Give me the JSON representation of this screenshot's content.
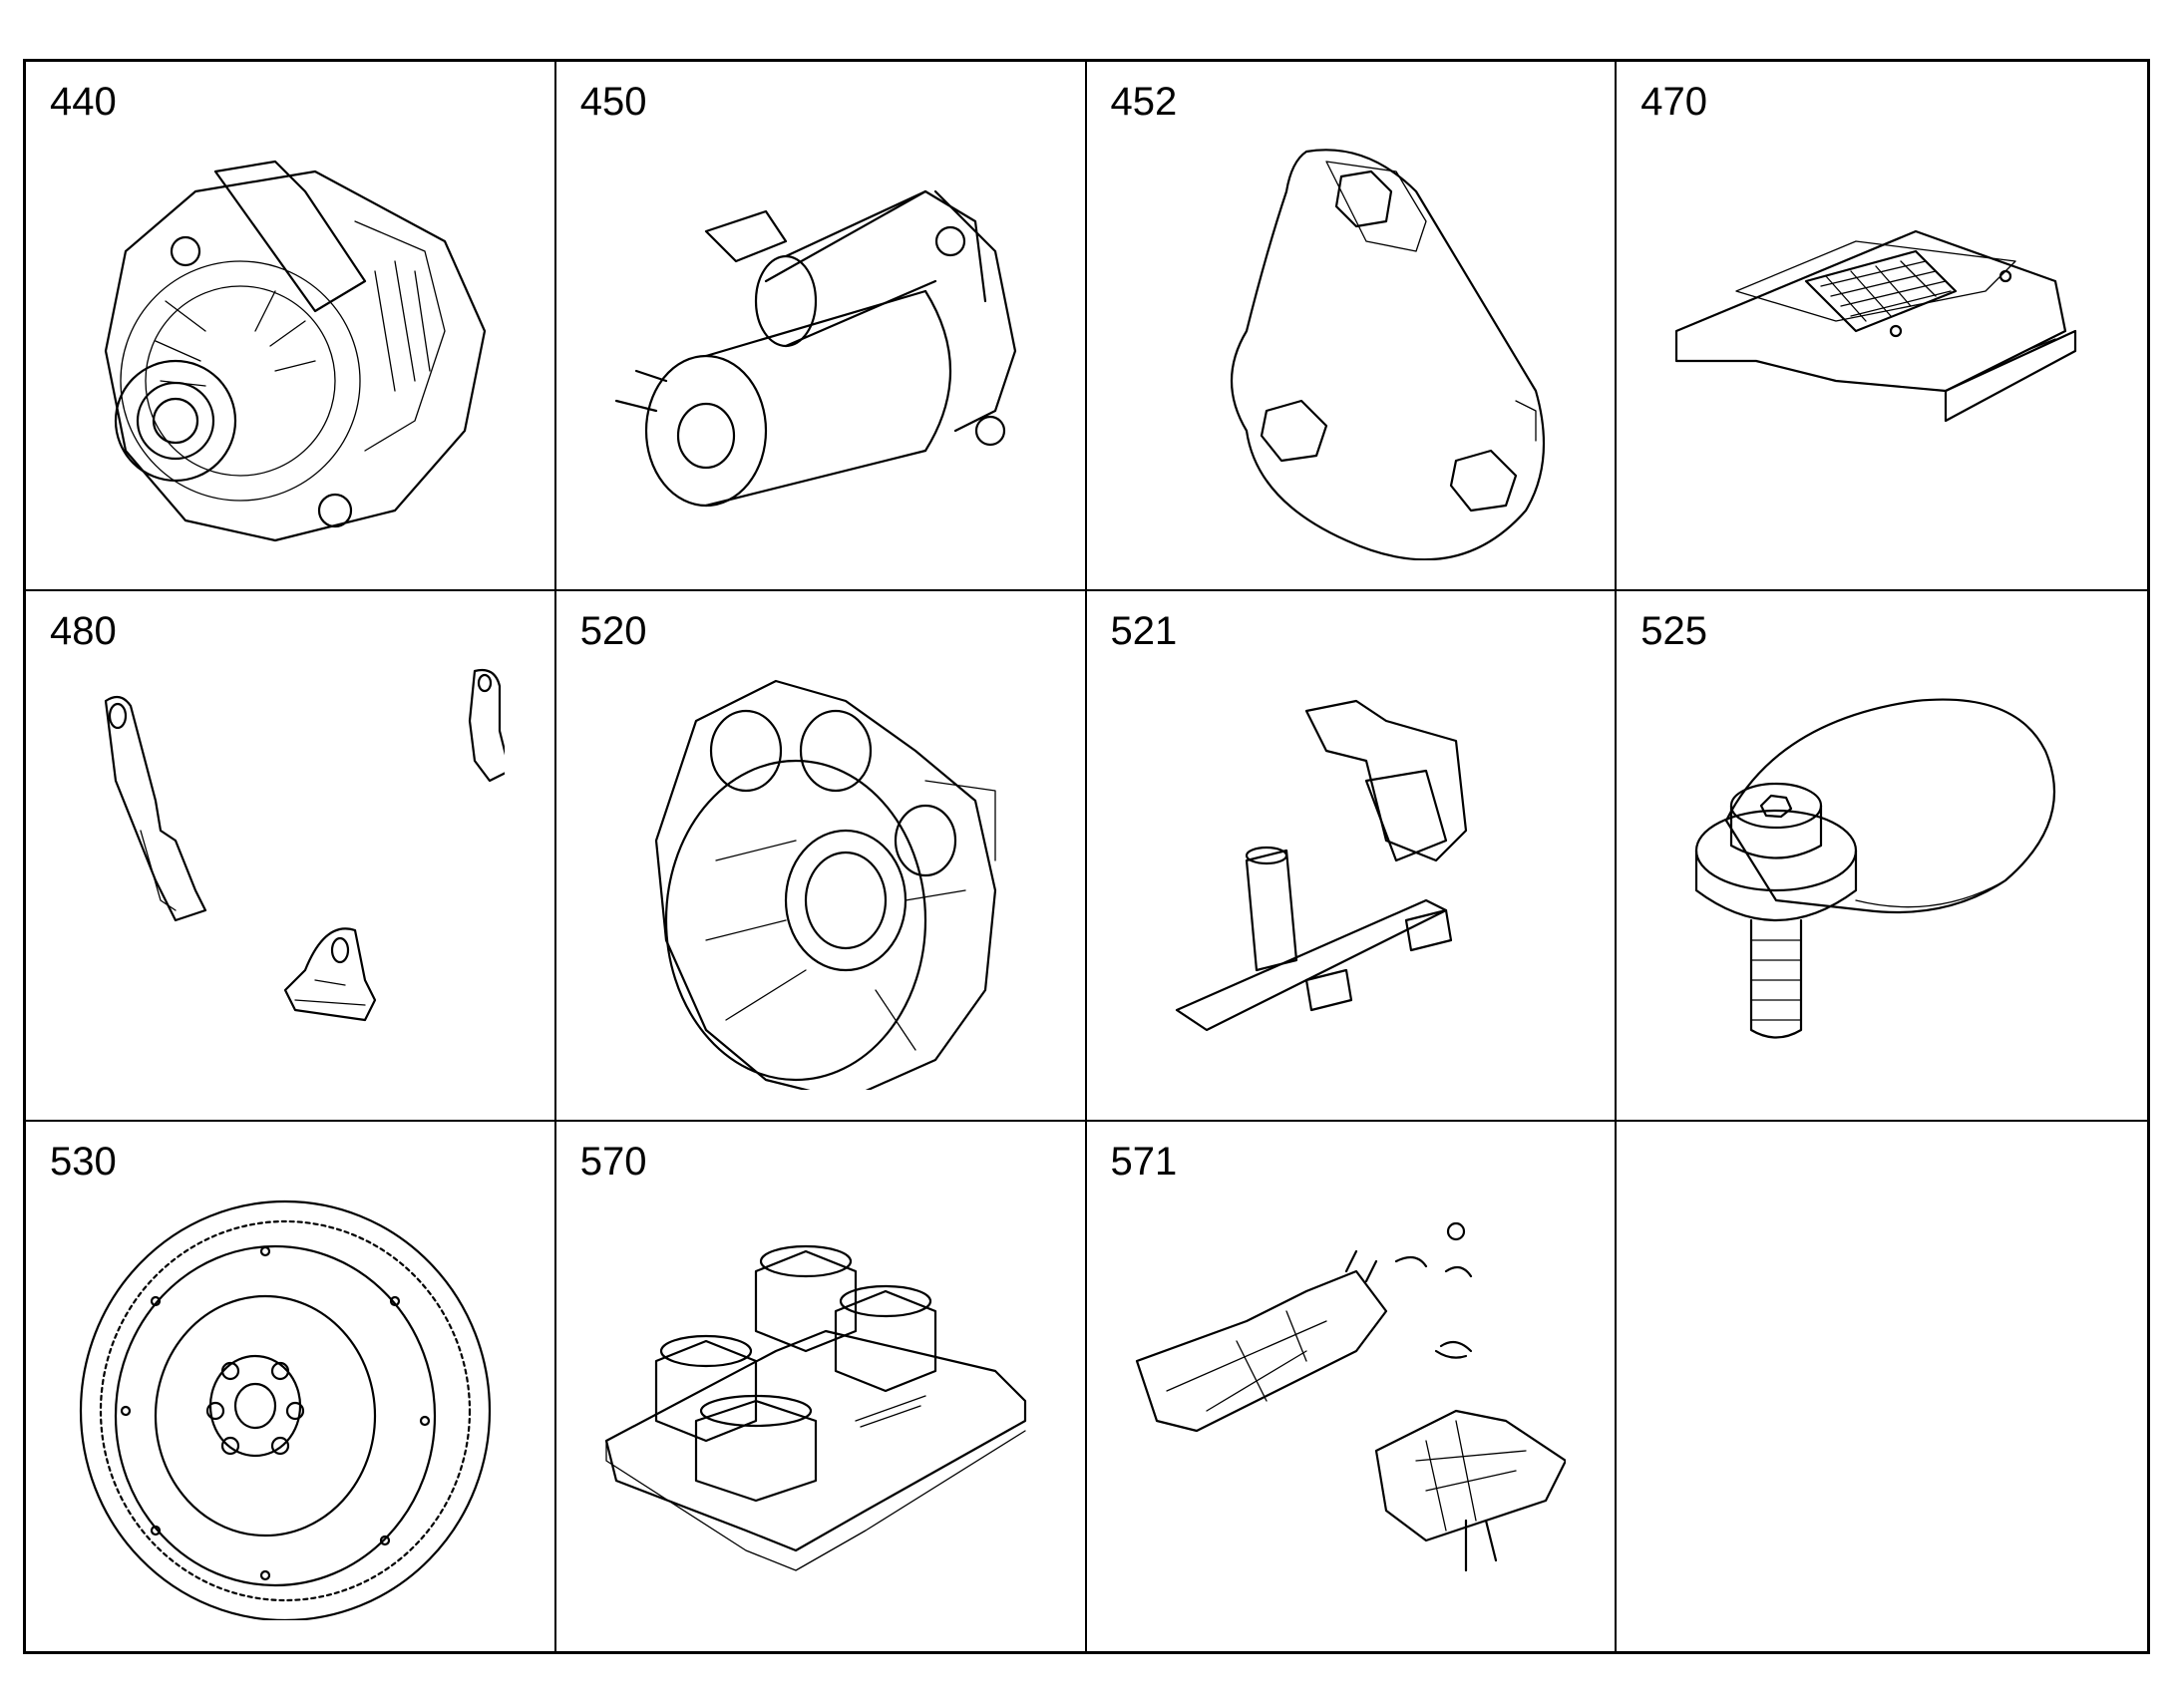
{
  "parts": [
    {
      "number": "440",
      "icon": "alternator-icon"
    },
    {
      "number": "450",
      "icon": "starter-motor-icon"
    },
    {
      "number": "452",
      "icon": "cover-plate-icon"
    },
    {
      "number": "470",
      "icon": "control-unit-icon"
    },
    {
      "number": "480",
      "icon": "mounting-brackets-icon"
    },
    {
      "number": "520",
      "icon": "flywheel-housing-icon"
    },
    {
      "number": "521",
      "icon": "bracket-assembly-icon"
    },
    {
      "number": "525",
      "icon": "tensioner-pulley-icon"
    },
    {
      "number": "530",
      "icon": "flywheel-icon"
    },
    {
      "number": "570",
      "icon": "valve-block-icon"
    },
    {
      "number": "571",
      "icon": "support-frames-icon"
    },
    {
      "number": "",
      "icon": ""
    }
  ]
}
